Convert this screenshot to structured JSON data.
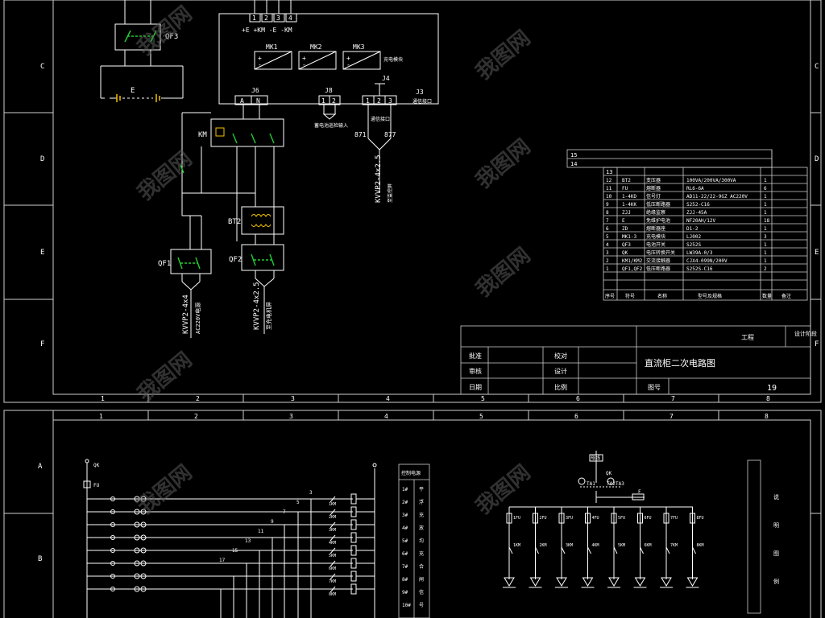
{
  "colors": {
    "background": "#000000",
    "line": "#ffffff",
    "switch": "#22cc33",
    "frame_cell": "#cccccc",
    "resistor": "#f0c000"
  },
  "sheet_top": {
    "row_labels": [
      "C",
      "D",
      "E",
      "F"
    ],
    "col_labels": [
      "1",
      "2",
      "3",
      "4",
      "5",
      "6",
      "7",
      "8"
    ],
    "terminal_numbers": [
      "1",
      "2",
      "3",
      "4"
    ],
    "terminal_caption": "+E  +KM -E  -KM",
    "qf3": "QF3",
    "e_label": "E",
    "mk": [
      "MK1",
      "MK2",
      "MK3"
    ],
    "mk_note": "充电模块",
    "j_labels": {
      "ja": "J6",
      "jb": "J8",
      "jc": "J4",
      "jd": "J3"
    },
    "ja_pins": [
      "A",
      "N"
    ],
    "jb_pins": [
      "1",
      "2"
    ],
    "jc_pins": [
      "1",
      "2",
      "3"
    ],
    "jb_caption": "蓄电池巡检输入",
    "jd_caption": "通信接口",
    "jc_sub": "通信接口",
    "wire_871": "871",
    "wire_877": "877",
    "km": "KM",
    "bt2": "BT2",
    "qf1": "QF1",
    "qf2": "QF2",
    "cable_1": "KVVP2-4x4",
    "cable_1_sub": "AC220V电源",
    "cable_2": "KVVP2-4x2.5",
    "cable_2_sub": "至充电机屏",
    "cable_3": "KVVP2-4x2.5",
    "cable_3_sub": "至监控屏",
    "parts_table": {
      "top_rows": [
        "15",
        "14",
        "13"
      ],
      "rows": [
        [
          "12",
          "BT2",
          "变压器",
          "100VA/200VA/300VA",
          "1",
          ""
        ],
        [
          "11",
          "FU",
          "熔断器",
          "RL6-6A",
          "6",
          ""
        ],
        [
          "10",
          "1-4KD",
          "信号灯",
          "AD11-22/22-9GZ AC220V",
          "1",
          ""
        ],
        [
          "9",
          "1-4KK",
          "低压断路器",
          "S252-C16",
          "1",
          ""
        ],
        [
          "8",
          "ZJJ",
          "绝缘监察",
          "ZJJ-45A",
          "1",
          ""
        ],
        [
          "7",
          "E",
          "免维护电池",
          "NF20AH/12V",
          "18",
          ""
        ],
        [
          "6",
          "ZD",
          "熔断器座",
          "D1-2",
          "1",
          ""
        ],
        [
          "5",
          "MK1-3",
          "充电模块",
          "LJ002",
          "3",
          ""
        ],
        [
          "4",
          "QF3",
          "电池开关",
          "S252S",
          "1",
          ""
        ],
        [
          "3",
          "QK",
          "电压转换开关",
          "LW39A-0/3",
          "1",
          ""
        ],
        [
          "2",
          "KM1/KM2",
          "交流接触器",
          "CJX4-099N/200V",
          "1",
          ""
        ],
        [
          "1",
          "QF1,QF2",
          "低压断路器",
          "S252S-C16",
          "2",
          ""
        ]
      ],
      "header": [
        "序号",
        "符号",
        "名称",
        "型号及规格",
        "数量",
        "备注"
      ]
    },
    "title_block": {
      "project_label": "工程",
      "stage_label": "设计阶段",
      "left_labels": [
        "批准",
        "审核",
        "日期"
      ],
      "mid_labels": [
        "校对",
        "设计",
        "比例"
      ],
      "title": "直流柜二次电路图",
      "drawing_no_label": "图号",
      "drawing_no": "19"
    }
  },
  "sheet_bottom": {
    "col_labels": [
      "1",
      "2",
      "3",
      "4",
      "5",
      "6",
      "7",
      "8"
    ],
    "row_labels": [
      "A",
      "B"
    ],
    "qk": "QK",
    "fu_label": "FU",
    "wire_numbers": [
      "3",
      "5",
      "7",
      "9",
      "11",
      "13",
      "15",
      "17"
    ],
    "km_labels": [
      "1KM",
      "2KM",
      "3KM",
      "4KM",
      "5KM",
      "6KM",
      "7KM",
      "8KM"
    ],
    "list_header": "控制电源",
    "list_rows": [
      "1#",
      "2#",
      "3#",
      "4#",
      "5#",
      "6#",
      "7#",
      "8#",
      "9#",
      "10#"
    ],
    "list_col": [
      "平",
      "浮",
      "充",
      "放",
      "均",
      "充",
      "合",
      "闸",
      "信",
      "号"
    ],
    "fu_top": [
      "1FU",
      "2FU",
      "3FU",
      "4FU",
      "5FU",
      "6FU",
      "7FU",
      "8FU"
    ],
    "km_bottom": [
      "1KM",
      "2KM",
      "3KM",
      "4KM",
      "5KM",
      "6KM",
      "7KM",
      "8KM"
    ],
    "legend_side": [
      "说",
      "明",
      "图",
      "例"
    ],
    "extra_labels": {
      "bus": "母线",
      "ta": [
        "TA1",
        "TA2",
        "TA3"
      ],
      "qk2": "QK",
      "f": "F"
    }
  },
  "watermark": "我图网"
}
